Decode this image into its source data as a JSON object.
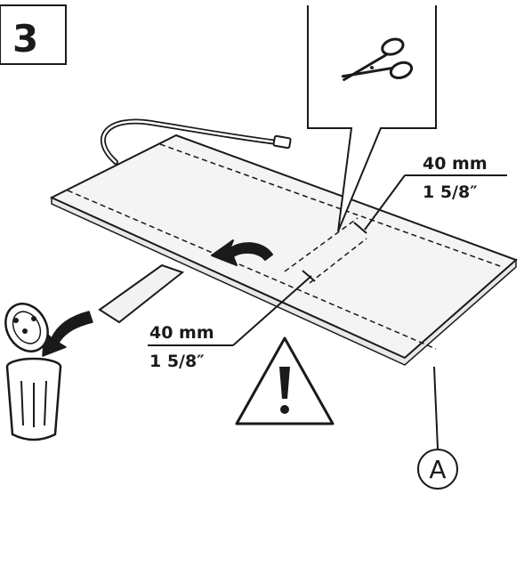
{
  "step": {
    "number": "3"
  },
  "measure_right": {
    "metric": "40 mm",
    "imperial": "1 5/8″"
  },
  "measure_left": {
    "metric": "40 mm",
    "imperial": "1 5/8″"
  },
  "callout": {
    "letter": "A"
  },
  "icons": [
    "scissors-icon",
    "warning-icon",
    "trash-bin-icon",
    "arrow-icon",
    "cable-icon"
  ],
  "colors": {
    "ink": "#1a1a1a",
    "paper": "#ffffff",
    "shade": "#f2f2f2"
  }
}
